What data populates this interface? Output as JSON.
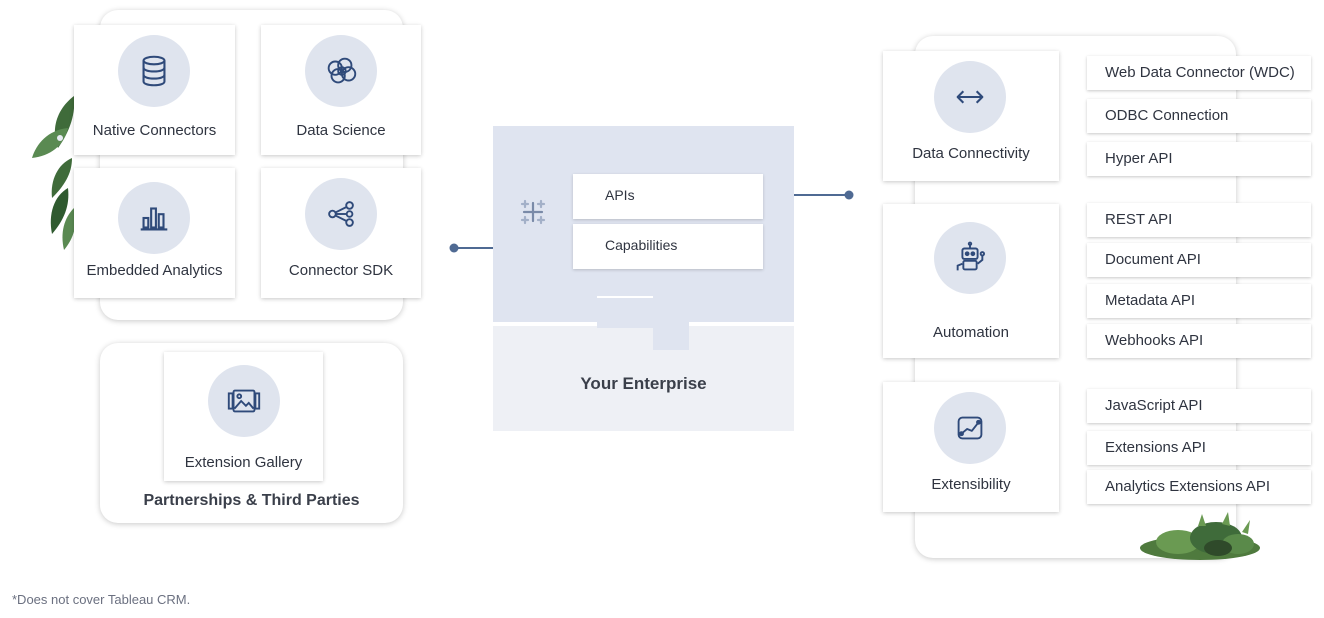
{
  "left_group": {
    "cards": [
      {
        "label": "Native Connectors",
        "icon": "database-icon"
      },
      {
        "label": "Data Science",
        "icon": "data-science-icon"
      },
      {
        "label": "Embedded Analytics",
        "icon": "bar-chart-icon"
      },
      {
        "label": "Connector SDK",
        "icon": "share-nodes-icon"
      }
    ]
  },
  "partnerships": {
    "card_label": "Extension Gallery",
    "icon": "gallery-image-icon",
    "title": "Partnerships & Third Parties"
  },
  "enterprise": {
    "items": [
      "APIs",
      "Capabilities"
    ],
    "title": "Your Enterprise",
    "icon": "tableau-logo-icon"
  },
  "right_group": {
    "categories": [
      {
        "label": "Data Connectivity",
        "icon": "arrows-horizontal-icon",
        "apis": [
          "Web Data Connector (WDC)",
          "ODBC Connection",
          "Hyper API"
        ]
      },
      {
        "label": "Automation",
        "icon": "robot-icon",
        "apis": [
          "REST API",
          "Document API",
          "Metadata API",
          "Webhooks API"
        ]
      },
      {
        "label": "Extensibility",
        "icon": "trend-chart-icon",
        "apis": [
          "JavaScript API",
          "Extensions API",
          "Analytics Extensions API"
        ]
      }
    ]
  },
  "footnote": "*Does not cover Tableau CRM.",
  "colors": {
    "icon_circle": "#dfe4ee",
    "icon_stroke": "#2f4a7a",
    "connector_line": "#4f6a93",
    "enterprise_fill": "#dfe4f0",
    "enterprise_base": "#eef0f5",
    "foliage": "#3f6b3a"
  }
}
